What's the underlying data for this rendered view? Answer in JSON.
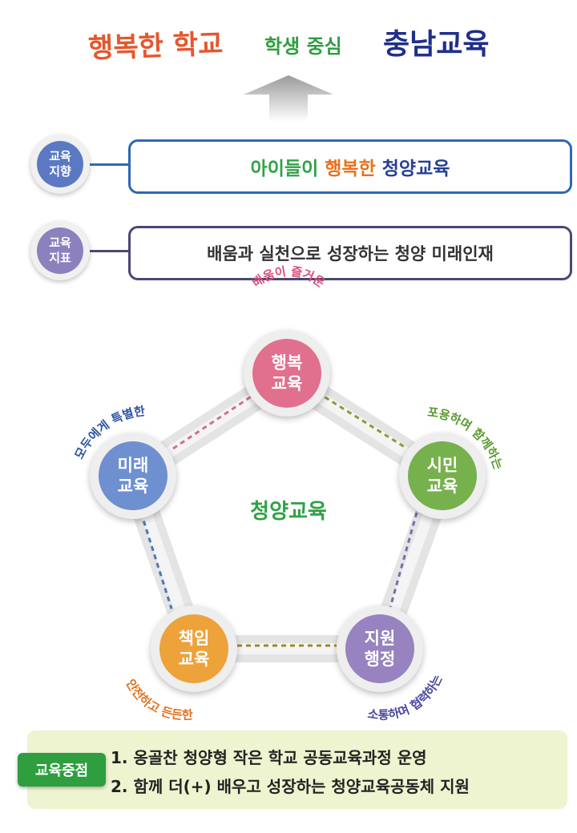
{
  "slogan": {
    "part1": "행복한 학교",
    "part2": "학생 중심",
    "part3": "충남교육"
  },
  "direction": {
    "badge_line1": "교육",
    "badge_line2": "지향",
    "text_a": "아이들이",
    "text_b": "행복한",
    "text_c": "청양교육"
  },
  "goal": {
    "badge_line1": "교육",
    "badge_line2": "지표",
    "text": "배움과 실천으로 성장하는 청양 미래인재"
  },
  "diagram": {
    "center": "청양교육",
    "nodes": [
      {
        "line1": "행복",
        "line2": "교육",
        "caption": "배움이 즐거운",
        "color": "#e0708d"
      },
      {
        "line1": "시민",
        "line2": "교육",
        "caption": "포용하며 함께하는",
        "color": "#76b14d"
      },
      {
        "line1": "지원",
        "line2": "행정",
        "caption": "소통하며 협력하는",
        "color": "#9683c0"
      },
      {
        "line1": "책임",
        "line2": "교육",
        "caption": "안전하고 든든한",
        "color": "#eea23a"
      },
      {
        "line1": "미래",
        "line2": "교육",
        "caption": "모두에게 특별한",
        "color": "#6e8fd0"
      }
    ]
  },
  "focus": {
    "label": "교육중점",
    "items": [
      "1. 옹골찬 청양형 작은 학교 공동교육과정 운영",
      "2. 함께 더(+) 배우고 성장하는 청양교육공동체 지원"
    ]
  }
}
